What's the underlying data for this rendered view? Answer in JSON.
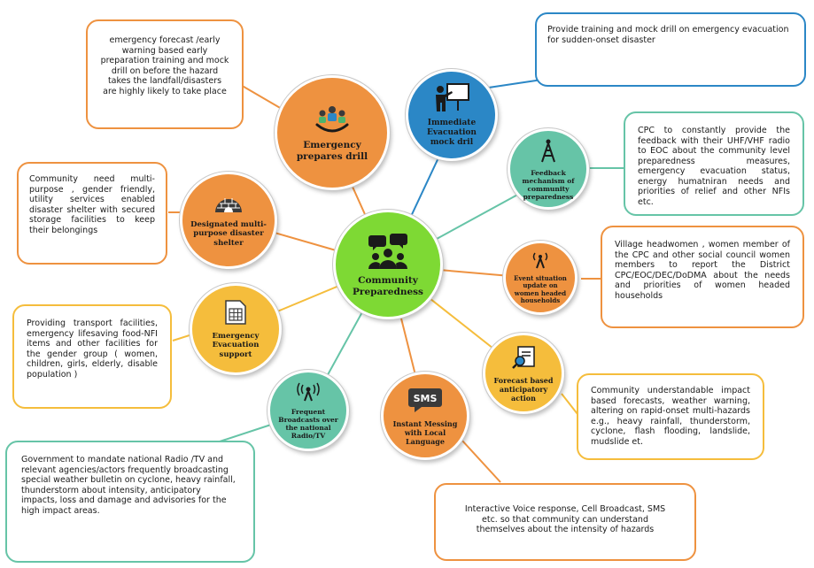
{
  "center": {
    "label": "Community Preparedness",
    "icon": "community-group-icon",
    "color": "#7ed934"
  },
  "nodes": [
    {
      "id": "emergency-drill",
      "label": "Emergency prepares drill",
      "icon": "team-raise-hands-icon",
      "color": "#ee9240"
    },
    {
      "id": "immediate-evacuation",
      "label": "Immediate Evacuation mock dril",
      "icon": "presenter-board-icon",
      "color": "#2b87c6"
    },
    {
      "id": "feedback-mechanism",
      "label": "Feedback mechanism of community preparedness",
      "icon": "radio-tower-icon",
      "color": "#66c4a7"
    },
    {
      "id": "event-situation",
      "label": "Event situation update on women headed households",
      "icon": "broadcast-antenna-icon",
      "color": "#ee9240"
    },
    {
      "id": "forecast-anticipatory",
      "label": "Forecast based anticipatory action",
      "icon": "search-document-icon",
      "color": "#f5bd3c"
    },
    {
      "id": "instant-messaging",
      "label": "Instant Messing with Local Language",
      "icon": "sms-bubble-icon",
      "color": "#ee9240"
    },
    {
      "id": "frequent-broadcasts",
      "label": "Frequent Broadcasts over the national Radio/TV",
      "icon": "radio-signal-icon",
      "color": "#66c4a7"
    },
    {
      "id": "evacuation-support",
      "label": "Emergency Evacuation support",
      "icon": "spreadsheet-icon",
      "color": "#f5bd3c"
    },
    {
      "id": "disaster-shelter",
      "label": "Designated multi-purpose disaster shelter",
      "icon": "igloo-shelter-icon",
      "color": "#ee9240"
    }
  ],
  "boxes": [
    {
      "id": "emergency-drill",
      "text": "emergency forecast /early warning based early preparation training and mock drill on before the hazard takes the landfall/disasters are highly likely to take place",
      "border": "#ee9240"
    },
    {
      "id": "immediate-evacuation",
      "text": "Provide training and mock drill on emergency evacuation for sudden-onset disaster",
      "border": "#2b87c6"
    },
    {
      "id": "feedback-mechanism",
      "text": "CPC to constantly provide the feedback with their UHF/VHF radio to EOC about the community level preparedness measures, emergency evacuation status, energy humatniran needs and priorities of relief and other NFIs etc.",
      "border": "#66c4a7"
    },
    {
      "id": "event-situation",
      "text": "Village headwomen , women member of the CPC and other social council women members to report the District CPC/EOC/DEC/DoDMA about the needs and priorities of women headed households",
      "border": "#ee9240"
    },
    {
      "id": "forecast-anticipatory",
      "text": "Community understandable impact based forecasts, weather warning, altering on rapid-onset multi-hazards e.g., heavy rainfall, thunderstorm, cyclone, flash flooding, landslide, mudslide et.",
      "border": "#f5bd3c"
    },
    {
      "id": "instant-messaging",
      "text": "Interactive Voice response, Cell Broadcast, SMS etc. so that community can understand themselves about the intensity of hazards",
      "border": "#ee9240"
    },
    {
      "id": "frequent-broadcasts",
      "text": "Government to mandate national Radio /TV and relevant agencies/actors frequently broadcasting special weather bulletin on cyclone, heavy rainfall, thunderstorm about intensity, anticipatory impacts, loss and damage and advisories for the high impact areas.",
      "border": "#66c4a7"
    },
    {
      "id": "evacuation-support",
      "text": "Providing transport facilities, emergency lifesaving food-NFI items and other facilities for the gender group ( women, children, girls, elderly, disable population )",
      "border": "#f5bd3c"
    },
    {
      "id": "disaster-shelter",
      "text": "Community need multi-purpose , gender friendly, utility services enabled disaster shelter with secured storage facilities to keep their belongings",
      "border": "#ee9240"
    }
  ]
}
